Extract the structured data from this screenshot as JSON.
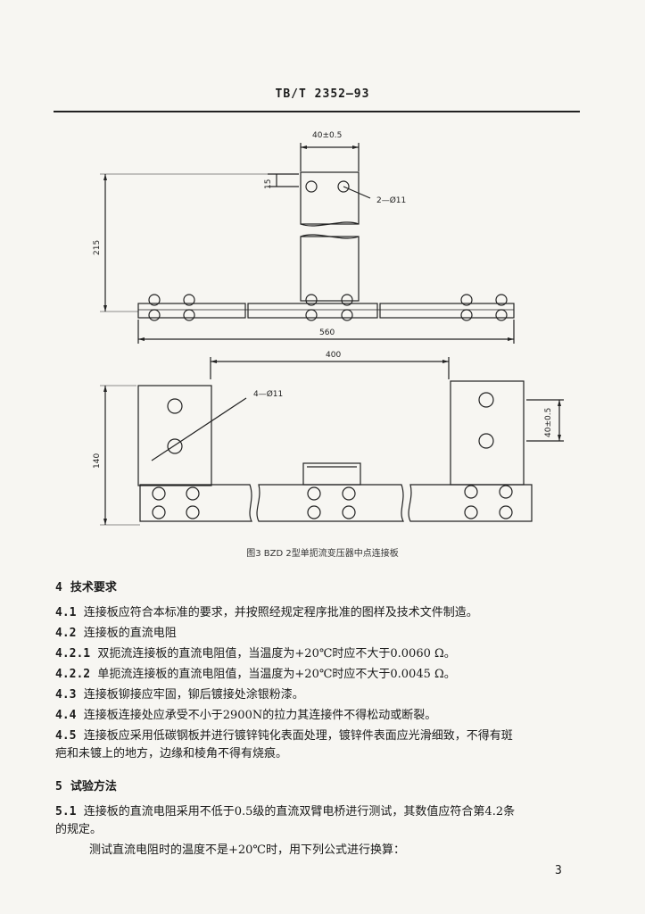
{
  "header": "TB/T 2352—93",
  "figure": {
    "caption": "图3 BZD 2型单扼流变压器中点连接板",
    "top_dims": {
      "w_top": "40±0.5",
      "h15": "15",
      "h215": "215",
      "holes": "2—Ø11",
      "w560": "560"
    },
    "bottom_dims": {
      "w400": "400",
      "holes": "4—Ø11",
      "h140": "140",
      "side": "40±0.5"
    }
  },
  "sections": [
    {
      "num": "4",
      "text": "技术要求",
      "heading": true
    },
    {
      "num": "4.1",
      "text": "连接板应符合本标准的要求，并按照经规定程序批准的图样及技术文件制造。"
    },
    {
      "num": "4.2",
      "text": "连接板的直流电阻"
    },
    {
      "num": "4.2.1",
      "text": "双扼流连接板的直流电阻值，当温度为+20℃时应不大于0.0060 Ω。"
    },
    {
      "num": "4.2.2",
      "text": "单扼流连接板的直流电阻值，当温度为+20℃时应不大于0.0045 Ω。"
    },
    {
      "num": "4.3",
      "text": "连接板铆接应牢固，铆后镀接处涂银粉漆。"
    },
    {
      "num": "4.4",
      "text": "连接板连接处应承受不小于2900N的拉力其连接件不得松动或断裂。"
    },
    {
      "num": "4.5",
      "text": "连接板应采用低碳钢板并进行镀锌钝化表面处理，镀锌件表面应光滑细致，不得有斑"
    },
    {
      "num": "",
      "text": "疤和未镀上的地方，边缘和棱角不得有烧痕。"
    },
    {
      "num": "5",
      "text": "试验方法",
      "heading": true
    },
    {
      "num": "5.1",
      "text": "连接板的直流电阻采用不低于0.5级的直流双臂电桥进行测试，其数值应符合第4.2条"
    },
    {
      "num": "",
      "text": "的规定。"
    },
    {
      "num": "",
      "text": "测试直流电阻时的温度不是+20℃时，用下列公式进行换算："
    }
  ],
  "page_number": "3"
}
